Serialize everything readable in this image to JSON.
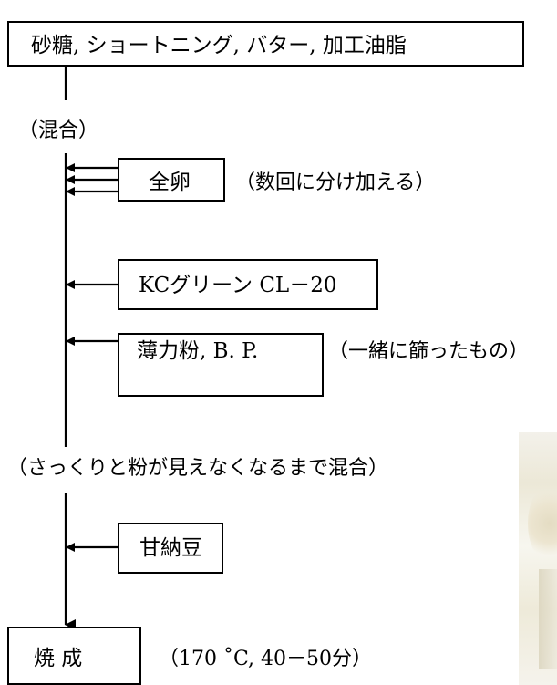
{
  "steps": {
    "ingredients_top": "砂糖, ショートニング, バター, 加工油脂",
    "mix_note": "（混合）",
    "egg": "全卵",
    "egg_note": "（数回に分け加える）",
    "kc_green": "KCグリーン CL－20",
    "flour": "薄力粉, B. P.",
    "flour_note": "（一緒に篩ったもの）",
    "mix2_note": "（さっくりと粉が見えなくなるまで混合）",
    "natto": "甘納豆",
    "bake": "焼 成",
    "bake_note": "（170 ˚C, 40－50分）"
  }
}
